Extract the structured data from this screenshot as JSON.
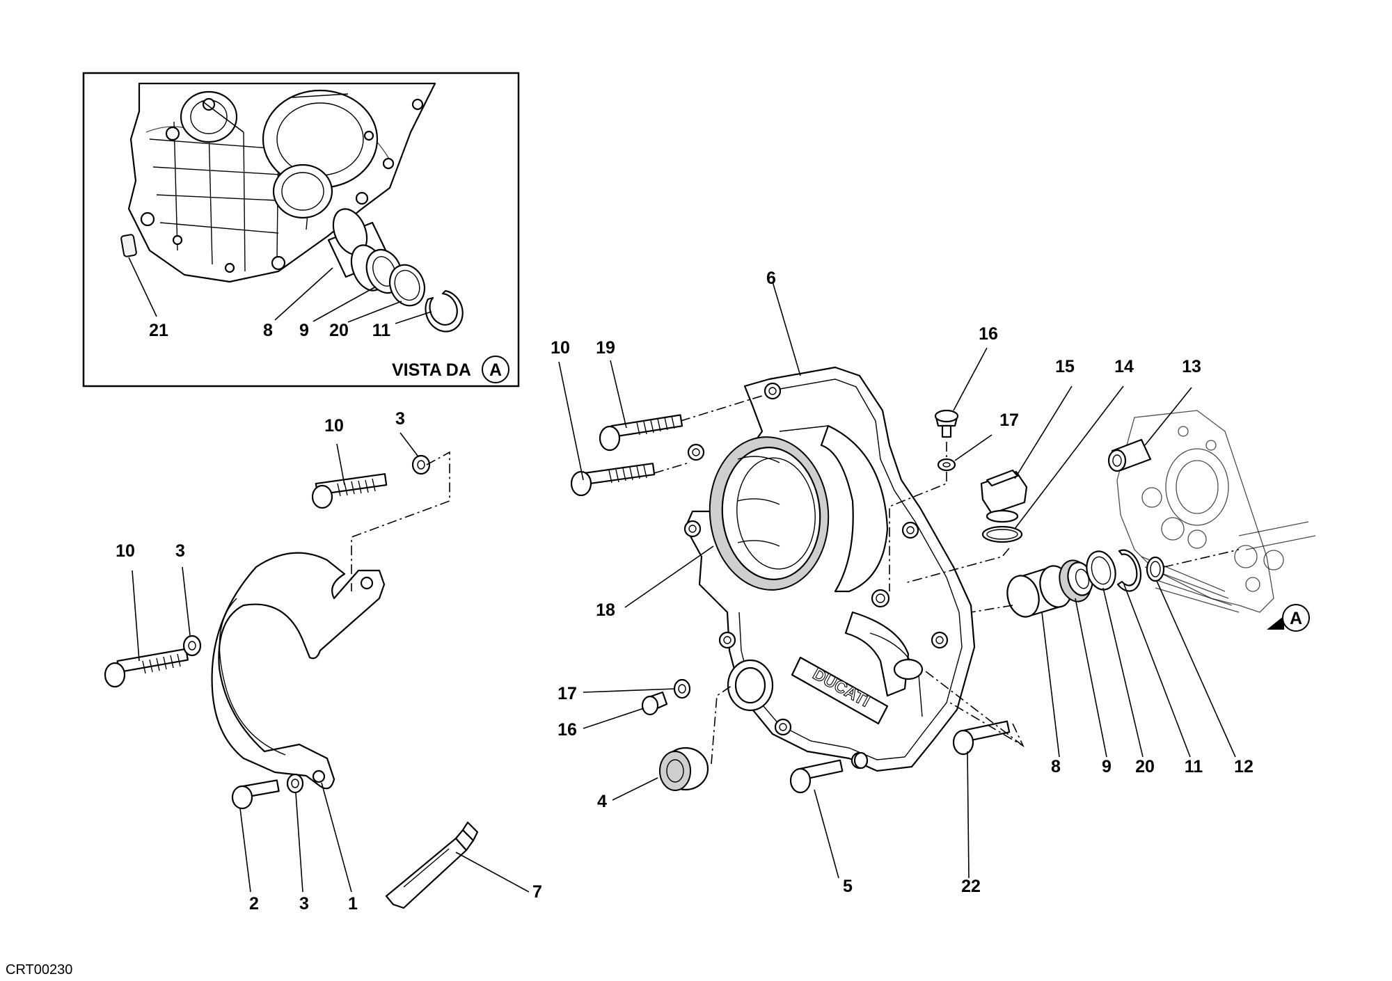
{
  "inset": {
    "vista_label": "VISTA DA",
    "vista_letter": "A",
    "callouts": [
      "21",
      "8",
      "9",
      "20",
      "11"
    ]
  },
  "main": {
    "callouts_left": [
      "10",
      "3",
      "10",
      "3",
      "2",
      "3",
      "1",
      "7"
    ],
    "callouts_center": [
      "10",
      "19",
      "6",
      "18",
      "17",
      "16",
      "4",
      "5",
      "22"
    ],
    "callouts_right": [
      "16",
      "17",
      "15",
      "14",
      "13",
      "8",
      "9",
      "20",
      "11",
      "12"
    ],
    "view_marker": "A",
    "cover_logo": "DUCATI"
  },
  "drawing_code": "CRT00230"
}
